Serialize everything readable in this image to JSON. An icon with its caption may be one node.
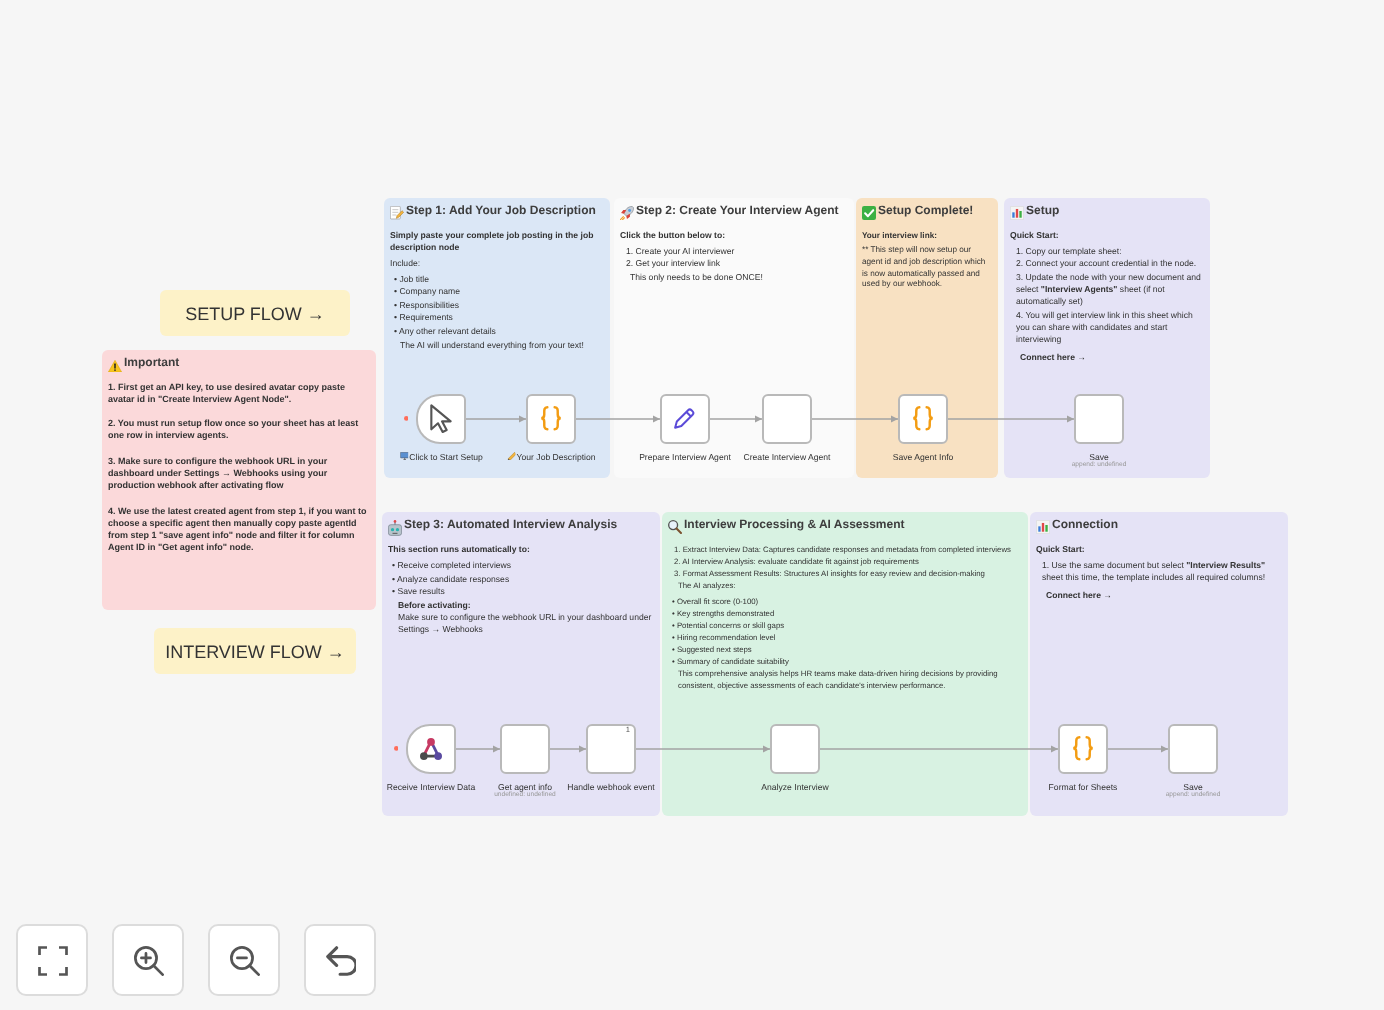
{
  "diagram": {
    "nodes": [
      {
        "text": [
          "SETUP FLOW →"
        ]
      },
      {
        "text": [
          "Important",
          "1. First get an API key, to use desired avatar copy paste avatar id in \"Create Interview Agent Node\".",
          "2. You must run setup flow once so your sheet has at least one row in interview agents.",
          "3. Make sure to configure the webhook URL in your dashboard under Settings → Webhooks using your production webhook after activating flow",
          "4. We use the latest created agent from step 1, if you want to choose a specific agent then manually copy paste agentId from step 1 \"save agent info\" node and filter it for column Agent ID in \"Get agent info\" node."
        ]
      },
      {
        "text": [
          "INTERVIEW FLOW →"
        ]
      },
      {
        "text": [
          "Step 1: Add Your Job Description",
          "Simply paste your complete job posting in the job description node",
          "Include:",
          "• Job title",
          "• Company name",
          "• Responsibilities",
          "• Requirements",
          "• Any other relevant details",
          "The AI will understand everything from your text!"
        ]
      },
      {
        "text": [
          "Click to Start Setup"
        ],
        "in": 3
      },
      {
        "text": [
          "Your Job Description"
        ],
        "in": 3
      },
      {
        "text": [
          "Step 2: Create Your Interview Agent",
          "Click the button below to:",
          "1. Create your AI interviewer",
          "2. Get your interview link",
          "This only needs to be done ONCE!"
        ]
      },
      {
        "text": [
          "Prepare Interview Agent"
        ],
        "in": 6
      },
      {
        "text": [
          "Create Interview Agent"
        ],
        "in": 6
      },
      {
        "text": [
          "Setup Complete!",
          "Your interview link:",
          "** This step will now setup our agent id and job description which is now automatically passed and used by our webhook."
        ]
      },
      {
        "text": [
          "Save Agent Info"
        ],
        "in": 9
      },
      {
        "text": [
          "Setup",
          "Quick Start:",
          "1. Copy our template sheet:",
          "2. Connect your account credential in the node.",
          "3. Update the node with your new document and select **\"Interview Agents\"** sheet (if not automatically set)",
          "4. You will get interview link in this sheet which you can share with candidates and start interviewing",
          "Connect here →"
        ]
      },
      {
        "text": [
          "Save"
        ],
        "in": 11,
        "beside": [
          "append: undefined"
        ]
      },
      {
        "text": [
          "Step 3: Automated Interview Analysis",
          "This section runs automatically to:",
          "• Receive completed interviews",
          "• Analyze candidate responses",
          "• Save results",
          "Before activating:",
          "Make sure to configure the webhook URL in your dashboard under Settings → Webhooks"
        ]
      },
      {
        "text": [
          "Receive Interview Data"
        ],
        "in": 13
      },
      {
        "text": [
          "Get agent info"
        ],
        "in": 13,
        "beside": [
          "undefined: undefined"
        ]
      },
      {
        "text": [
          "1",
          "Handle webhook event"
        ],
        "in": 13
      },
      {
        "text": [
          "Interview Processing & AI Assessment",
          "1. Extract Interview Data: Captures candidate responses and metadata from completed interviews",
          "2. AI Interview Analysis: evaluate candidate fit against job requirements",
          "3. Format Assessment Results: Structures AI insights for easy review and decision-making",
          "The AI analyzes:",
          "• Overall fit score (0-100)",
          "• Key strengths demonstrated",
          "• Potential concerns or skill gaps",
          "• Hiring recommendation level",
          "• Suggested next steps",
          "• Summary of candidate suitability",
          "This comprehensive analysis helps HR teams make data-driven hiring decisions by providing consistent, objective assessments of each candidate's interview performance."
        ]
      },
      {
        "text": [
          "Analyze Interview"
        ],
        "in": 17
      },
      {
        "text": [
          "Connection",
          "Quick Start:",
          "1. Use the same document but select **\"Interview Results\"** sheet this time, the template includes all required columns!",
          "Connect here →"
        ]
      },
      {
        "text": [
          "Format for Sheets"
        ],
        "in": 19
      },
      {
        "text": [
          "Save"
        ],
        "in": 19,
        "beside": [
          "append: undefined"
        ]
      }
    ],
    "edges": [
      {
        "from": 4,
        "to": 5,
        "arrow": "to"
      },
      {
        "from": 5,
        "to": 7,
        "arrow": "to"
      },
      {
        "from": 7,
        "to": 8,
        "arrow": "to"
      },
      {
        "from": 8,
        "to": 10,
        "arrow": "to"
      },
      {
        "from": 10,
        "to": 12,
        "arrow": "to"
      },
      {
        "from": 14,
        "to": 15,
        "arrow": "to"
      },
      {
        "from": 15,
        "to": 16,
        "arrow": "to"
      },
      {
        "from": 16,
        "to": 18,
        "arrow": "to"
      },
      {
        "from": 18,
        "to": 20,
        "arrow": "to"
      },
      {
        "from": 20,
        "to": 21,
        "arrow": "to"
      }
    ]
  }
}
